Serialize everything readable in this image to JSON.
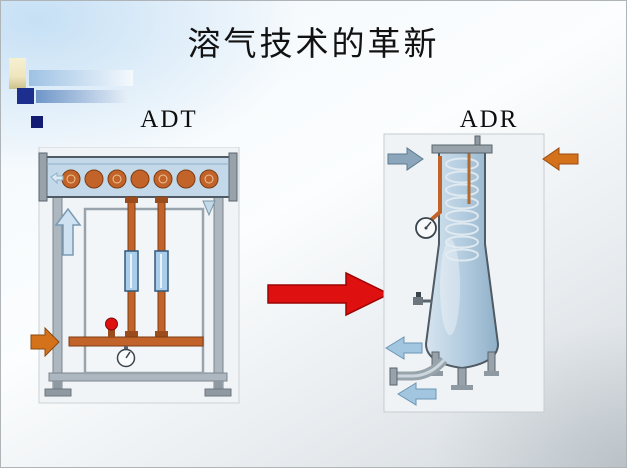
{
  "slide": {
    "title": "溶气技术的革新",
    "left_label": "ADT",
    "right_label": "ADR"
  },
  "colors": {
    "accent_red": "#de1010",
    "pipe_orange": "#c2642a",
    "arrow_orange": "#d4721c",
    "tank_blue": "#c3d9e9",
    "steel_gray": "#97a2aa",
    "frame_gray": "#adb7bf",
    "flow_blue": "#a3c6e0",
    "navy": "#1c2f8e",
    "deco_cream": "#efe6bf"
  }
}
